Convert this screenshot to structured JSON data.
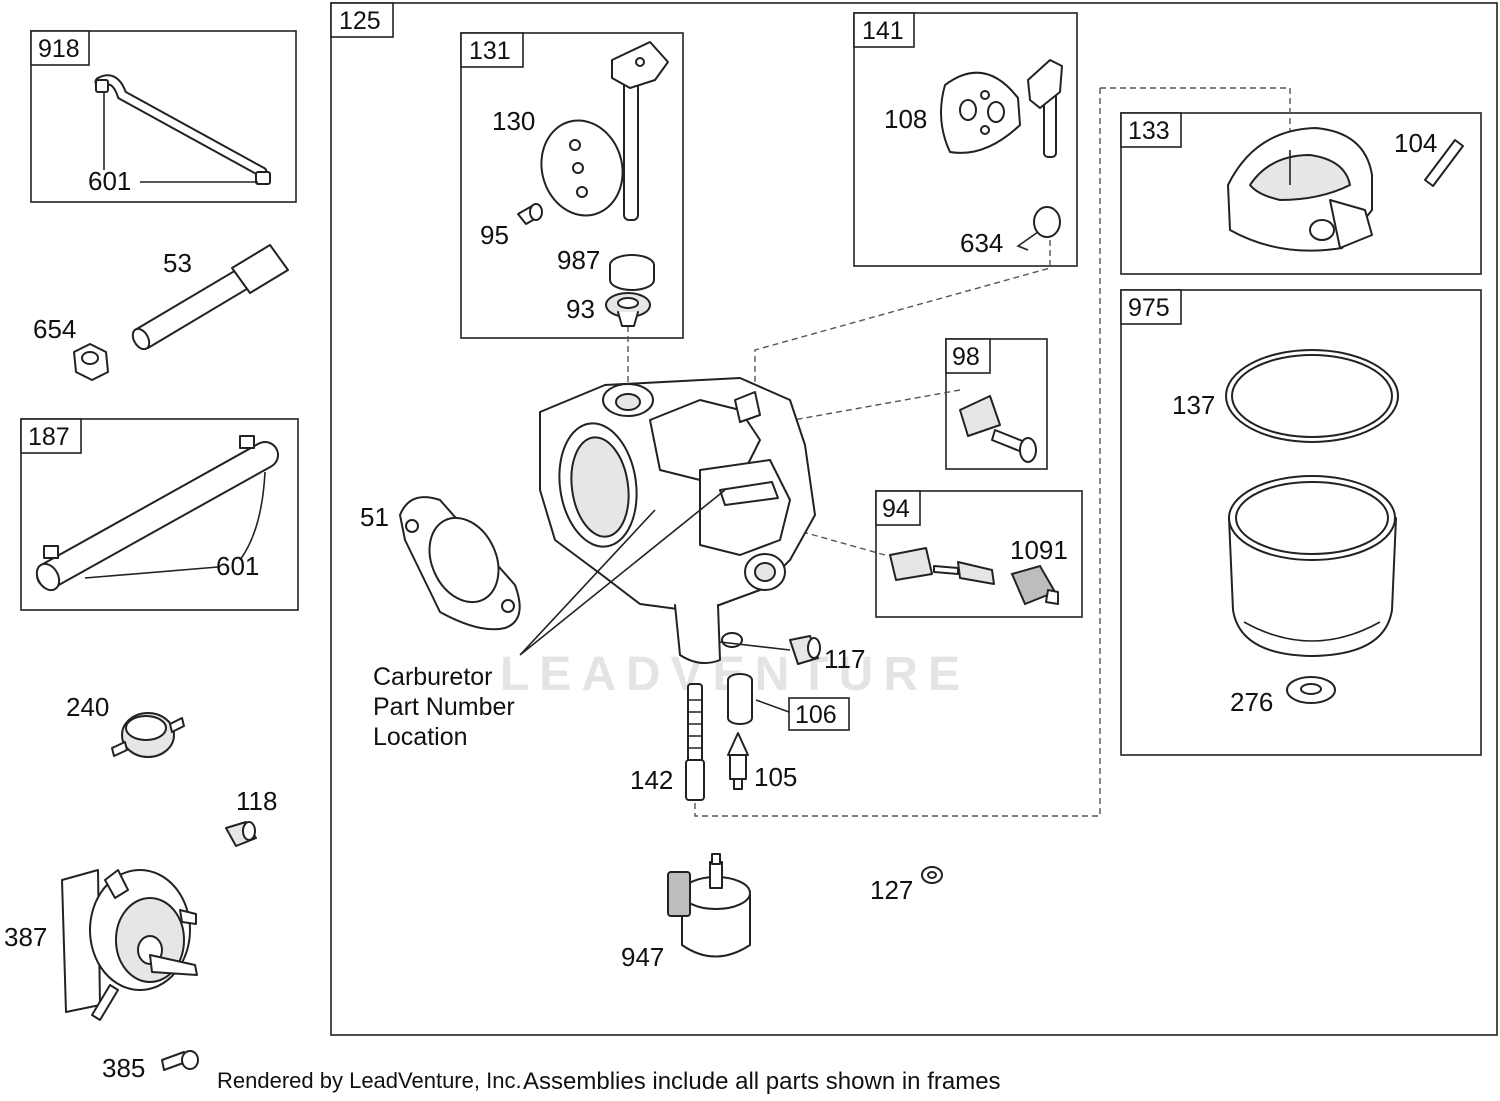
{
  "frames": {
    "f125": "125",
    "f131": "131",
    "f141": "141",
    "f133": "133",
    "f975": "975",
    "f918": "918",
    "f187": "187",
    "f98": "98",
    "f94": "94",
    "f106": "106"
  },
  "callouts": {
    "c601a": "601",
    "c53": "53",
    "c654": "654",
    "c601b": "601",
    "c240": "240",
    "c118": "118",
    "c387": "387",
    "c385": "385",
    "c130": "130",
    "c95": "95",
    "c987": "987",
    "c93": "93",
    "c108": "108",
    "c634": "634",
    "c104": "104",
    "c137": "137",
    "c276": "276",
    "c51": "51",
    "c1091": "1091",
    "c117": "117",
    "c142": "142",
    "c105": "105",
    "c127": "127",
    "c947": "947"
  },
  "note": {
    "line1": "Carburetor",
    "line2": "Part Number",
    "line3": "Location"
  },
  "watermark": "LEADVENTURE",
  "footer": {
    "rendered_by": "Rendered by LeadVenture, Inc.",
    "assemblies_note": "Assemblies include all parts shown in frames"
  }
}
